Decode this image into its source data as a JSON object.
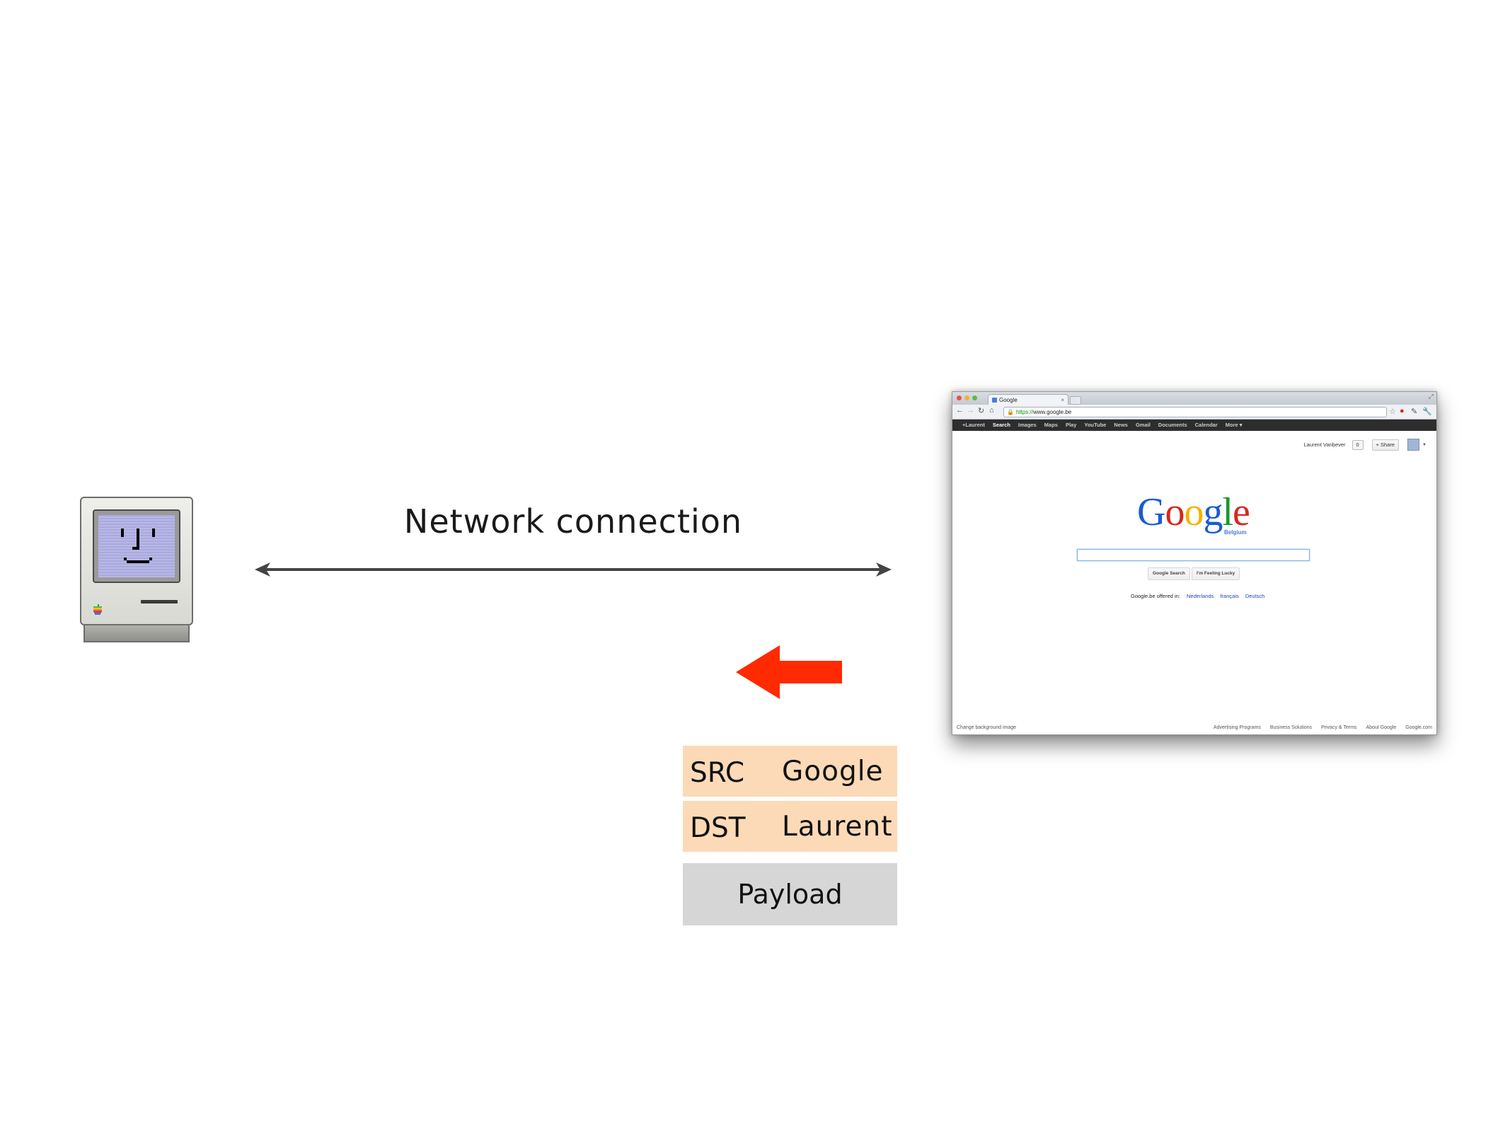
{
  "diagram": {
    "connection_label": "Network connection",
    "colors": {
      "arrow_line": "#444444",
      "direction_arrow": "#ff2a00",
      "header_fill": "#fcdab8",
      "payload_fill": "#d6d6d6"
    }
  },
  "packet": {
    "src_key": "SRC",
    "src_value": "Google",
    "dst_key": "DST",
    "dst_value": "Laurent",
    "payload": "Payload"
  },
  "browser": {
    "tab_title": "Google",
    "tab_close": "×",
    "url_scheme": "https://",
    "url_host": "www.google.be",
    "google_bar": [
      "+Laurent",
      "Search",
      "Images",
      "Maps",
      "Play",
      "YouTube",
      "News",
      "Gmail",
      "Documents",
      "Calendar",
      "More ▾"
    ],
    "user_name": "Laurent Vanbever",
    "notification_count": "0",
    "share_label": "+ Share",
    "logo_letters": [
      "G",
      "o",
      "o",
      "g",
      "l",
      "e"
    ],
    "logo_colors": [
      "#1a5bd6",
      "#d6281b",
      "#f2b400",
      "#1a5bd6",
      "#119a2b",
      "#d6281b"
    ],
    "logo_sub": "Belgium",
    "search_button": "Google Search",
    "lucky_button": "I'm Feeling Lucky",
    "offered_in": "Google.be offered in:",
    "languages": [
      "Nederlands",
      "français",
      "Deutsch"
    ],
    "footer_left": "Change background image",
    "footer_links": [
      "Advertising Programs",
      "Business Solutions",
      "Privacy & Terms",
      "About Google",
      "Google.com"
    ]
  }
}
